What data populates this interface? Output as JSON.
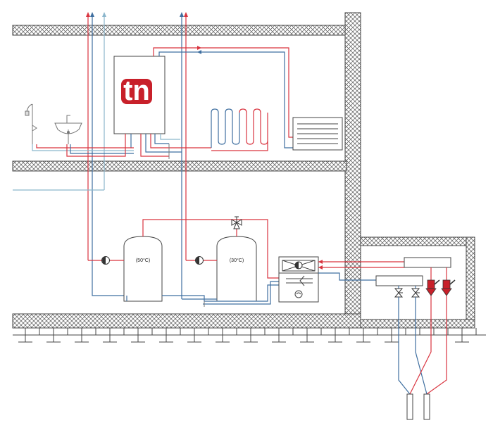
{
  "diagram": {
    "logo_text": "tn",
    "tank_left_label": "(50°C)",
    "tank_right_label": "(30°C)",
    "colors": {
      "supply": "#d9343f",
      "return": "#3f6fa0",
      "cold_water": "#8bb6cc",
      "logo": "#c8202a",
      "wall_hatch": "#555555"
    },
    "icons": [
      "shower-icon",
      "washbasin-icon",
      "floor-heating-coil-icon",
      "radiator-icon",
      "circulation-pump-icon",
      "three-way-valve-icon",
      "heat-exchanger-icon",
      "ground-probe-icon"
    ]
  }
}
